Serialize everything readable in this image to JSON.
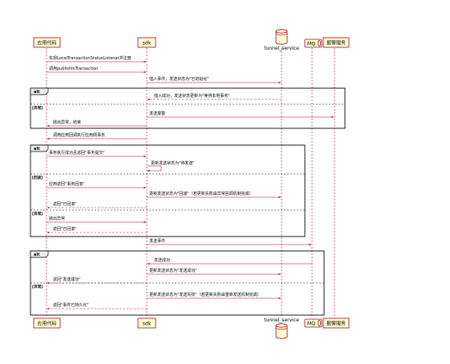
{
  "participants": {
    "app": "应用代码",
    "sdk": "sdk",
    "tunnel": "tunnel_service",
    "mq": "MQ",
    "alert": "报警服务"
  },
  "messages": [
    "实现LocalTransactionStatusListener并注册",
    "调用publishInTransaction",
    "插入事件，发送状态为\"已初始化\"",
    "插入成功，发送状态更新为\"等待本地事务\"",
    "发送报警",
    "抛出异常，结束",
    "调用应用回调执行应用侧事务",
    "事务执行成功且返回\"事务提交\"",
    "更新发送状态为\"待发送\"",
    "应用返回\"事务回滚\"",
    "更新发送状态为\"回滚\"（若更新失败由异常回调机制完成）",
    "返回\"已回滚\"",
    "抛出异常",
    "返回\"已回滚\"",
    "发送事件",
    "发送成功",
    "更新发送状态为\"发送成功\"",
    "返回\"发送成功\"",
    "更新发送状态为\"发送失败\"（若更新失败由重新发送机制完成）",
    "返回\"事件已持久化\""
  ],
  "frames": [
    {
      "label": "alt",
      "guards": [
        "[异常]"
      ]
    },
    {
      "label": "alt",
      "guards": [
        "[回滚]",
        "[异常]"
      ]
    },
    {
      "label": "alt",
      "guards": [
        "[异常]"
      ]
    }
  ]
}
